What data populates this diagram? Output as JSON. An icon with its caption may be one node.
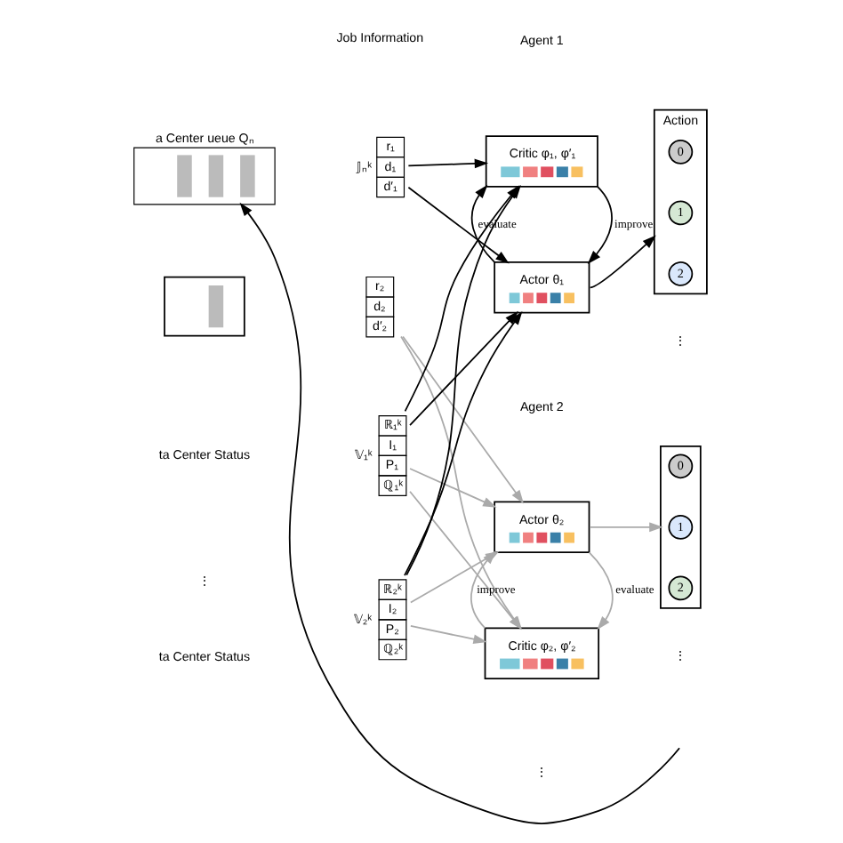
{
  "diagram": {
    "nodes": [
      {
        "text": [
          "a Center ueue Qₙ"
        ]
      },
      {
        "text": [],
        "shape": "box"
      },
      {
        "text": [
          "r₁",
          "d₁",
          "d′₁"
        ],
        "beside": [
          "𝕁ₙᵏ"
        ]
      },
      {
        "text": [
          "r₂",
          "d₂",
          "d′₂"
        ]
      },
      {
        "text": [
          "ℝ₁ᵏ",
          "I₁",
          "P₁",
          "ℚ₁ᵏ"
        ],
        "beside": [
          "𝕍₁ᵏ"
        ]
      },
      {
        "text": [
          "ℝ₂ᵏ",
          "I₂",
          "P₂",
          "ℚ₂ᵏ"
        ],
        "beside": [
          "𝕍₂ᵏ"
        ]
      },
      {
        "text": [
          "Critic φ₁, φ′₁"
        ]
      },
      {
        "text": [
          "Actor θ₁"
        ]
      },
      {
        "text": [
          "Action"
        ]
      },
      {
        "text": [
          "0"
        ],
        "in": 8
      },
      {
        "text": [
          "1"
        ],
        "in": 8
      },
      {
        "text": [
          "2"
        ],
        "in": 8
      },
      {
        "text": [
          "Actor θ₂"
        ]
      },
      {
        "text": [
          "Critic φ₂, φ′₂"
        ]
      },
      {
        "text": [],
        "shape": "box"
      },
      {
        "text": [
          "0"
        ],
        "in": 14
      },
      {
        "text": [
          "1"
        ],
        "in": 14
      },
      {
        "text": [
          "2"
        ],
        "in": 14
      }
    ],
    "edges": [
      {
        "from": null,
        "to": 0,
        "arrow": "to"
      },
      {
        "from": 2,
        "to": 6,
        "arrow": "to"
      },
      {
        "from": 2,
        "to": 7,
        "arrow": "to"
      },
      {
        "from": 4,
        "to": 6,
        "arrow": "to"
      },
      {
        "from": 4,
        "to": 7,
        "arrow": "to"
      },
      {
        "from": 5,
        "to": 6,
        "arrow": "to"
      },
      {
        "from": 5,
        "to": 7,
        "arrow": "to"
      },
      {
        "from": 7,
        "to": 6,
        "label": "evaluate",
        "arrow": "to"
      },
      {
        "from": 6,
        "to": 7,
        "label": "improve",
        "arrow": "to"
      },
      {
        "from": 7,
        "to": 8,
        "arrow": "to"
      },
      {
        "from": 3,
        "to": 12,
        "arrow": "to",
        "color": "#aaaaaa"
      },
      {
        "from": 3,
        "to": 13,
        "arrow": "to",
        "color": "#aaaaaa"
      },
      {
        "from": 4,
        "to": 12,
        "arrow": "to",
        "color": "#aaaaaa"
      },
      {
        "from": 4,
        "to": 13,
        "arrow": "to",
        "color": "#aaaaaa"
      },
      {
        "from": 5,
        "to": 12,
        "arrow": "to",
        "color": "#aaaaaa"
      },
      {
        "from": 5,
        "to": 13,
        "arrow": "to",
        "color": "#aaaaaa"
      },
      {
        "from": 13,
        "to": 12,
        "label": "improve",
        "arrow": "to",
        "color": "#aaaaaa"
      },
      {
        "from": 12,
        "to": 13,
        "label": "evaluate",
        "arrow": "to",
        "color": "#aaaaaa"
      },
      {
        "from": 12,
        "to": 14,
        "arrow": "to",
        "color": "#aaaaaa"
      }
    ],
    "labels": [
      "Job Information",
      "Agent 1",
      "ta Center Status",
      "Agent 2",
      "ta Center Status",
      "⋮",
      "⋮",
      "⋮",
      "⋮"
    ]
  }
}
